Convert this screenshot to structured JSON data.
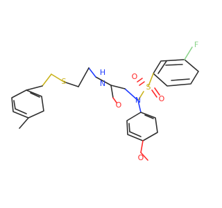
{
  "atom_labels": {
    "F": "F",
    "S_sulfonyl": "S",
    "O_sulfonyl_left": "O",
    "O_sulfonyl_right": "O",
    "N_sulfonamide": "N",
    "N_amide": "N",
    "H_amide": "H",
    "O_amide": "O",
    "S_thioether": "S",
    "O_methoxy": "O"
  },
  "colors": {
    "bond": "#2f2f2f",
    "oxygen": "#ff2a2a",
    "nitrogen": "#1f3cff",
    "sulfur": "#c9b21a",
    "fluorine": "#8bd38a"
  }
}
